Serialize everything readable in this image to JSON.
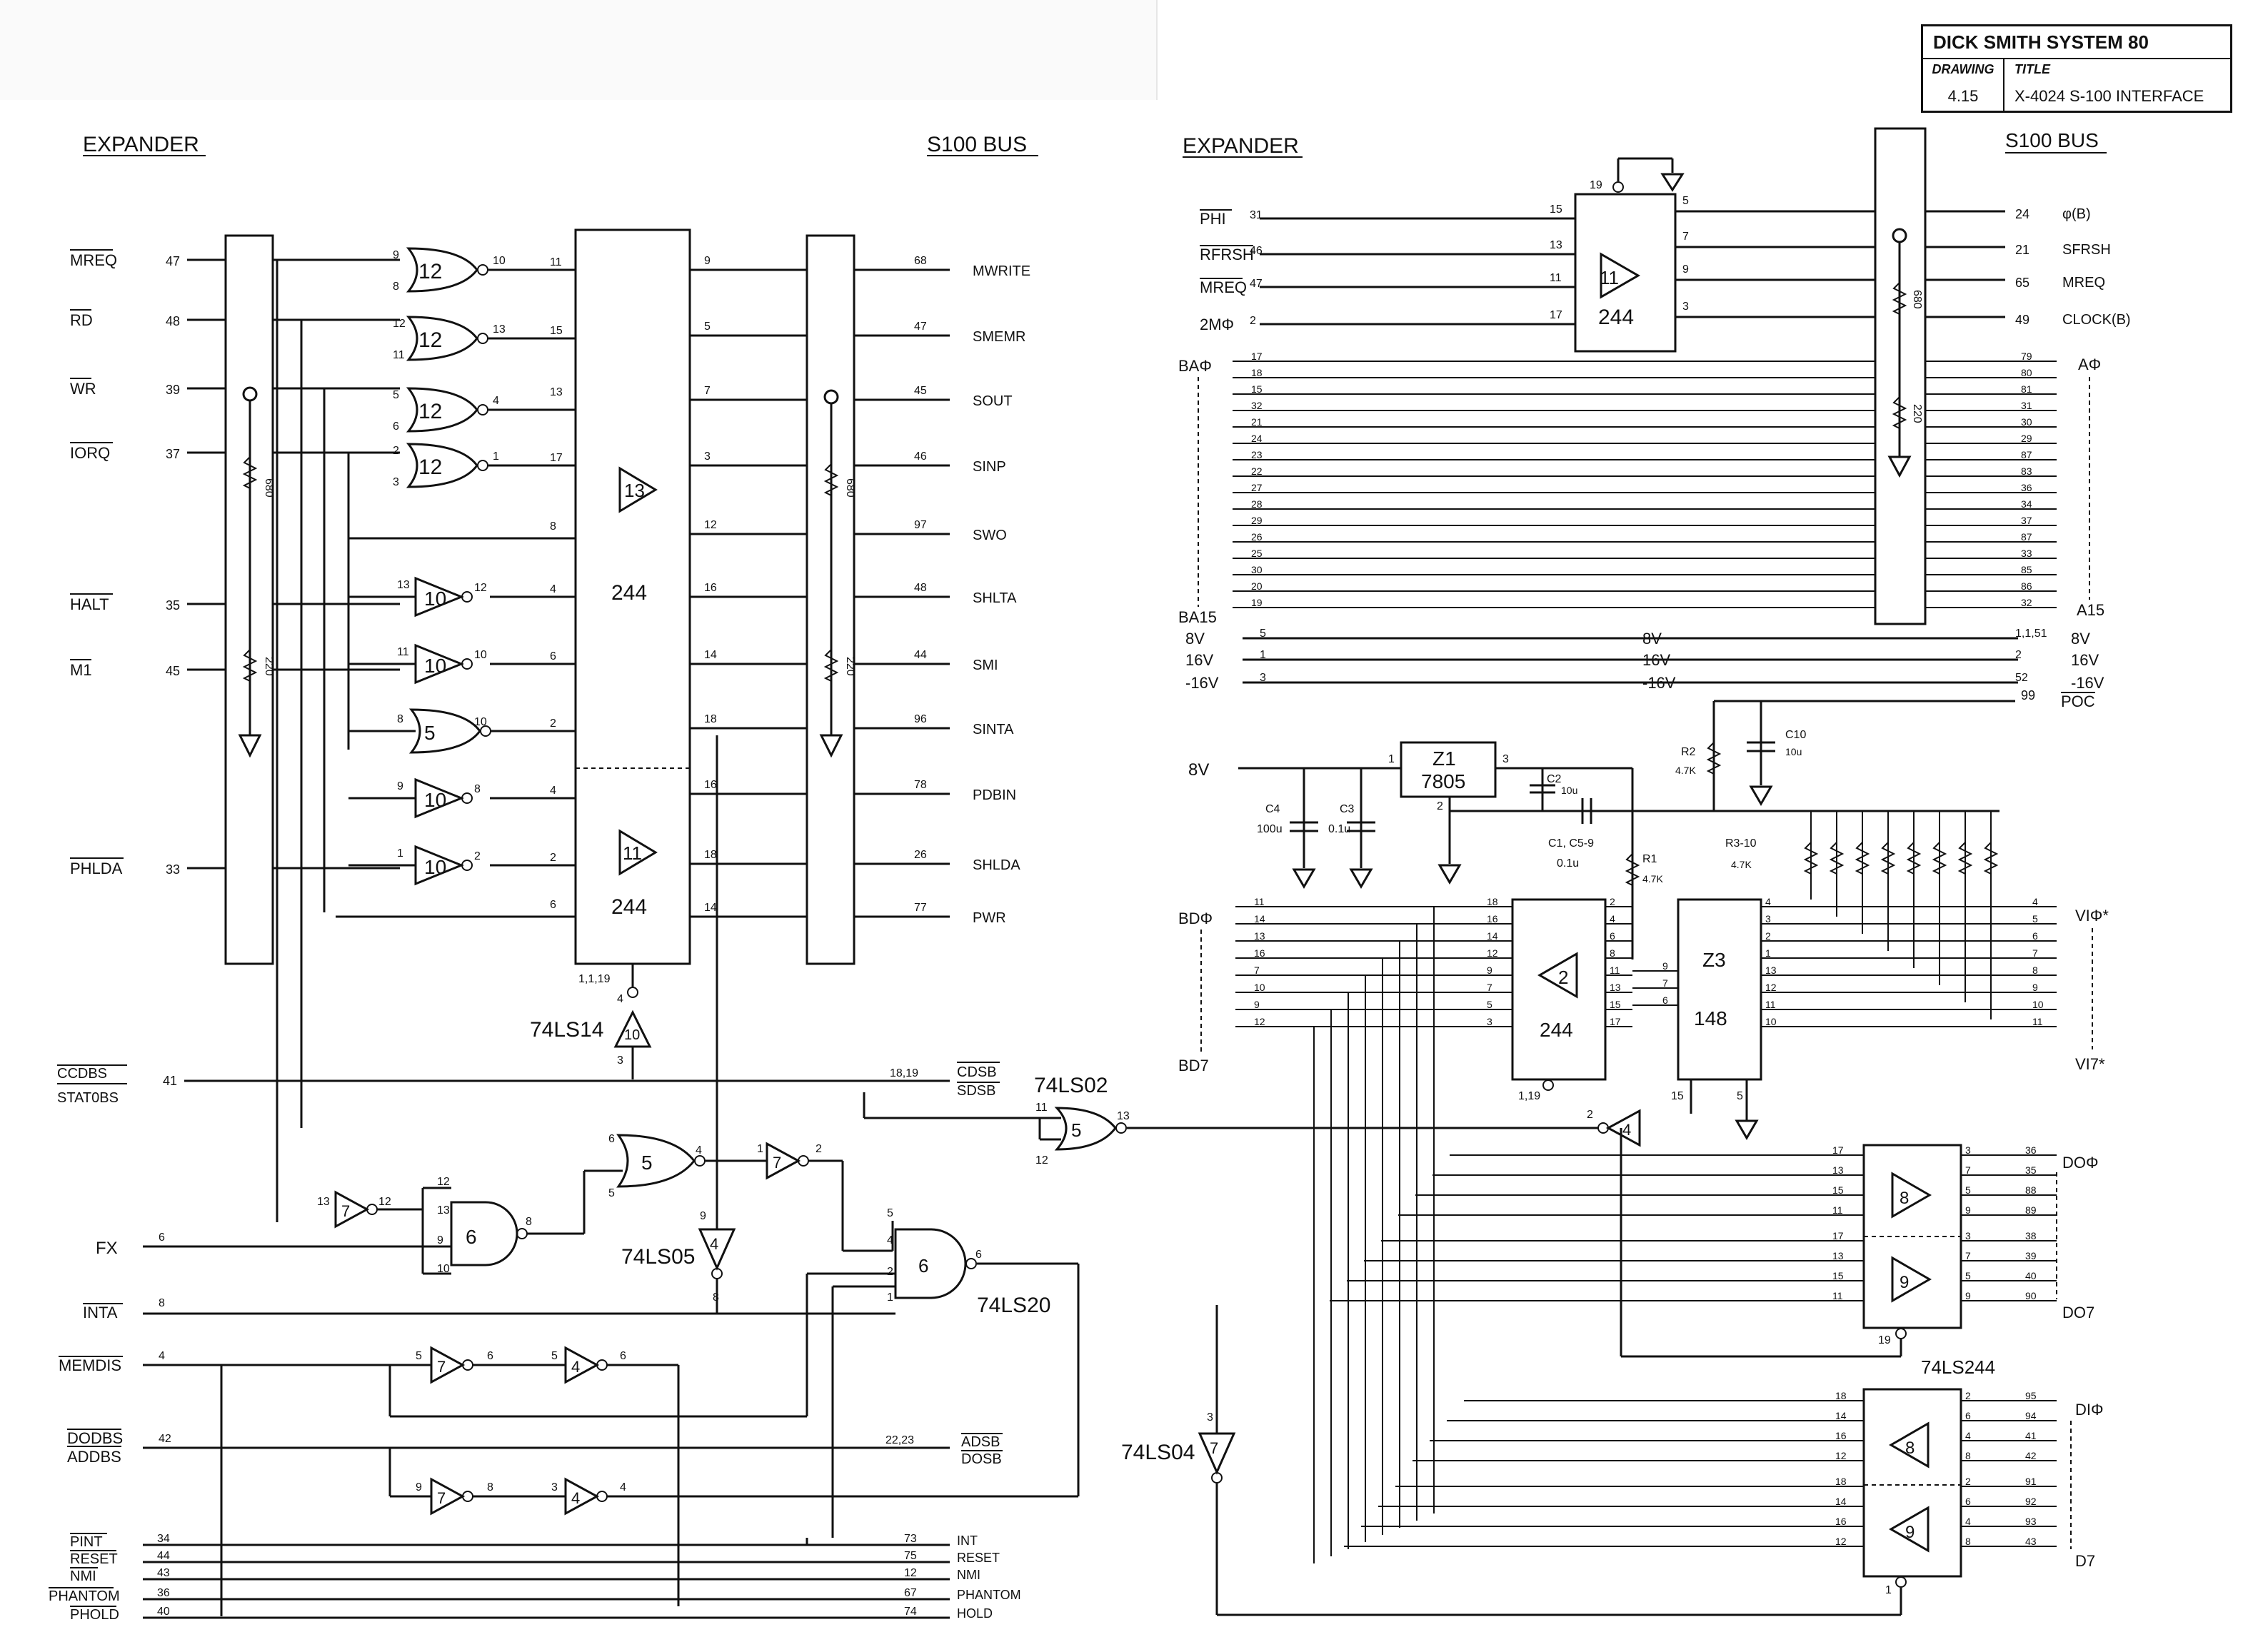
{
  "title_block": {
    "title": "DICK SMITH SYSTEM 80",
    "drawing_header": "DRAWING",
    "drawing_number": "4.15",
    "title_header": "TITLE",
    "drawing_title": "X-4024 S-100 INTERFACE"
  },
  "left_panel": {
    "expander_heading": "EXPANDER",
    "bus_heading": "S100 BUS",
    "expander_signals": [
      {
        "name": "MREQ",
        "pin": "47"
      },
      {
        "name": "RD",
        "pin": "48"
      },
      {
        "name": "WR",
        "pin": "39"
      },
      {
        "name": "IORQ",
        "pin": "37"
      },
      {
        "name": "HALT",
        "pin": "35"
      },
      {
        "name": "M1",
        "pin": "45"
      },
      {
        "name": "PHLDA",
        "pin": "33"
      }
    ],
    "bus_outputs": [
      {
        "pin": "68",
        "name": "MWRITE",
        "buf": "9"
      },
      {
        "pin": "47",
        "name": "SMEMR",
        "buf": "5"
      },
      {
        "pin": "45",
        "name": "SOUT",
        "buf": "7"
      },
      {
        "pin": "46",
        "name": "SINP",
        "buf": "3"
      },
      {
        "pin": "97",
        "name": "SWO",
        "buf": "12"
      },
      {
        "pin": "48",
        "name": "SHLTA",
        "buf": "16"
      },
      {
        "pin": "44",
        "name": "SMI",
        "buf": "14"
      },
      {
        "pin": "96",
        "name": "SINTA",
        "buf": "18"
      },
      {
        "pin": "78",
        "name": "PDBIN",
        "buf": "16"
      },
      {
        "pin": "26",
        "name": "SHLDA",
        "buf": "18"
      },
      {
        "pin": "77",
        "name": "PWR",
        "buf": "14"
      }
    ],
    "buffer_in_pins": [
      "11",
      "15",
      "13",
      "17",
      "8",
      "4",
      "6",
      "2",
      "4",
      "2",
      "6"
    ],
    "gates": [
      {
        "num": "12",
        "in_a": "9",
        "in_b": "8",
        "out": "10"
      },
      {
        "num": "12",
        "in_a": "12",
        "in_b": "11",
        "out": "13"
      },
      {
        "num": "12",
        "in_a": "5",
        "in_b": "6",
        "out": "4"
      },
      {
        "num": "12",
        "in_a": "2",
        "in_b": "3",
        "out": "1"
      }
    ],
    "inverters": [
      {
        "num": "10",
        "in": "13",
        "out": "12"
      },
      {
        "num": "10",
        "in": "11",
        "out": "10"
      },
      {
        "num": "5",
        "in": "8",
        "out": "10"
      },
      {
        "num": "10",
        "in": "9",
        "out": "8"
      },
      {
        "num": "10",
        "in": "1",
        "out": "2"
      }
    ],
    "buffer_upper_num": "13",
    "buffer_upper_label": "244",
    "buffer_lower_num": "11",
    "buffer_lower_label": "244",
    "enable_pins": "1,1,19",
    "resistor_top": "680",
    "resistor_bottom": "220",
    "ls14_label": "74LS14",
    "ls14_gate": "10",
    "ls14_in": "3",
    "ls14_out": "4"
  },
  "control_section": {
    "ccdbs": "CCDBS",
    "stat0bs": "STAT0BS",
    "ccdbs_pin": "41",
    "cdsb_pins": "18,19",
    "cdsb": "CDSB",
    "sdsb": "SDSB",
    "ls02_label": "74LS02",
    "ls02_gate": "5",
    "ls02_pins": [
      "11",
      "12",
      "13"
    ],
    "nor5_gate": "5",
    "nor5_pins": [
      "6",
      "5",
      "4"
    ],
    "inv7_gate": "7",
    "inv7_pins": [
      "1",
      "2"
    ],
    "inv7b_gate": "7",
    "inv7b_pins": [
      "13",
      "12"
    ],
    "nand6_gate": "6",
    "nand6_pins": [
      "12",
      "13",
      "9",
      "10",
      "8"
    ],
    "ls05_label": "74LS05",
    "ls05_gate": "4",
    "ls05_pins": [
      "9",
      "8"
    ],
    "ls20_label": "74LS20",
    "ls20_gate": "6",
    "ls20_pins": [
      "5",
      "4",
      "2",
      "1",
      "6"
    ],
    "ls04_label": "74LS04",
    "ls04_gate": "7",
    "ls04_pin": "3",
    "inv4_gate": "4",
    "inv4_pin": "2",
    "fx": "FX",
    "fx_pin": "6",
    "inta": "INTA",
    "inta_pin": "8",
    "memdis": "MEMDIS",
    "memdis_pin": "4",
    "memdis_chain": [
      "5",
      "7",
      "6",
      "5",
      "4",
      "6"
    ],
    "dodbs": "DODBS",
    "addbs": "ADDBS",
    "dodbs_pin": "42",
    "addbs_chain": [
      "9",
      "7",
      "8",
      "3",
      "4",
      "4"
    ],
    "adsb_pins": "22,23",
    "adsb": "ADSB",
    "dosb": "DOSB",
    "bottom_signals": [
      {
        "name": "PINT",
        "pin": "34",
        "bus": "73",
        "bus_name": "INT"
      },
      {
        "name": "RESET",
        "pin": "44",
        "bus": "75",
        "bus_name": "RESET"
      },
      {
        "name": "NMI",
        "pin": "43",
        "bus": "12",
        "bus_name": "NMI"
      },
      {
        "name": "PHANTOM",
        "pin": "36",
        "bus": "67",
        "bus_name": "PHANTOM"
      },
      {
        "name": "PHOLD",
        "pin": "40",
        "bus": "74",
        "bus_name": "HOLD"
      }
    ]
  },
  "right_panel": {
    "expander_heading": "EXPANDER",
    "bus_heading": "S100 BUS",
    "clock_signals": [
      {
        "name": "PHI",
        "pin": "31",
        "in": "15",
        "out": "5",
        "bus": "24",
        "bus_name": "φ(B)"
      },
      {
        "name": "RFRSH",
        "pin": "46",
        "in": "13",
        "out": "7",
        "bus": "21",
        "bus_name": "SFRSH"
      },
      {
        "name": "MREQ",
        "pin": "47",
        "in": "11",
        "out": "9",
        "bus": "65",
        "bus_name": "MREQ"
      },
      {
        "name": "2MΦ",
        "pin": "2",
        "in": "17",
        "out": "3",
        "bus": "49",
        "bus_name": "CLOCK(B)"
      }
    ],
    "clock_buffer_num": "11",
    "clock_buffer_label": "244",
    "clock_buffer_enable": "19",
    "address_start_label": "BAΦ",
    "address_end_label": "BA15",
    "address_pins": [
      "17",
      "18",
      "15",
      "32",
      "21",
      "24",
      "23",
      "22",
      "27",
      "28",
      "29",
      "26",
      "25",
      "30",
      "20",
      "19"
    ],
    "address_bus_pins": [
      "79",
      "80",
      "81",
      "31",
      "30",
      "29",
      "87",
      "83",
      "36",
      "34",
      "37",
      "87",
      "33",
      "85",
      "86",
      "32"
    ],
    "a0_label": "AΦ",
    "a15_label": "A15",
    "power": [
      {
        "name": "8V",
        "pin": "5",
        "mid": "8V",
        "bus": "1,1,51",
        "bus_name": "8V"
      },
      {
        "name": "16V",
        "pin": "1",
        "mid": "16V",
        "bus": "2",
        "bus_name": "16V"
      },
      {
        "name": "-16V",
        "pin": "3",
        "mid": "-16V",
        "bus": "52",
        "bus_name": "-16V"
      }
    ],
    "poc_pin": "99",
    "poc": "POC",
    "resistor_top": "680",
    "resistor_bottom": "220"
  },
  "regulator": {
    "input": "8V",
    "z1_label": "Z1",
    "z1_part": "7805",
    "z1_in": "1",
    "z1_out": "3",
    "z1_gnd": "2",
    "c4": "C4",
    "c4_val": "100u",
    "c3": "C3",
    "c3_val": "0.1u",
    "c2": "C2",
    "c2_val": "10u",
    "c1": "C1, C5-9",
    "c1_val": "0.1u",
    "c10": "C10",
    "c10_val": "10u",
    "r2": "R2",
    "r2_val": "4.7K",
    "r1": "R1",
    "r1_val": "4.7K",
    "r3": "R3-10",
    "r3_val": "4.7K"
  },
  "data_in_section": {
    "start_label": "BDΦ",
    "end_label": "BD7",
    "pins": [
      "11",
      "14",
      "13",
      "16",
      "7",
      "10",
      "9",
      "12"
    ],
    "z2_in": [
      "18",
      "16",
      "14",
      "12",
      "9",
      "7",
      "5",
      "3"
    ],
    "z2_out": [
      "2",
      "4",
      "6",
      "8",
      "11",
      "13",
      "15",
      "17"
    ],
    "z2_num": "2",
    "z2_label": "244",
    "z2_enable": "1,19",
    "z3_label": "Z3",
    "z3_part": "148",
    "z3_in": [
      "9",
      "7",
      "6"
    ],
    "z3_out_pins": [
      "4",
      "3",
      "2",
      "1",
      "13",
      "12",
      "11",
      "10"
    ],
    "z3_enable": "15",
    "z3_gnd": "5",
    "vi_pins": [
      "4",
      "5",
      "6",
      "7",
      "8",
      "9",
      "10",
      "11"
    ],
    "vi0_label": "VIΦ*",
    "vi7_label": "VI7*"
  },
  "data_out_section": {
    "heading": "74LS244",
    "upper_in": [
      "17",
      "13",
      "15",
      "11",
      "17",
      "13",
      "15",
      "11"
    ],
    "upper_out": [
      "3",
      "7",
      "5",
      "9",
      "3",
      "7",
      "5",
      "9"
    ],
    "upper_bus": [
      "36",
      "35",
      "88",
      "89",
      "38",
      "39",
      "40",
      "90"
    ],
    "upper_gate_a": "8",
    "upper_gate_b": "9",
    "upper_enable": "19",
    "do0_label": "DOΦ",
    "do7_label": "DO7",
    "lower_in": [
      "18",
      "14",
      "16",
      "12",
      "18",
      "14",
      "16",
      "12"
    ],
    "lower_out": [
      "2",
      "6",
      "4",
      "8",
      "2",
      "6",
      "4",
      "8"
    ],
    "lower_bus": [
      "95",
      "94",
      "41",
      "42",
      "91",
      "92",
      "93",
      "43"
    ],
    "lower_gate_a": "8",
    "lower_gate_b": "9",
    "lower_enable": "1",
    "di0_label": "DIΦ",
    "di7_label": "D7"
  },
  "colors": {
    "ink": "#111111",
    "paper": "#ffffff",
    "scan_shade": "#e6e6e6"
  }
}
